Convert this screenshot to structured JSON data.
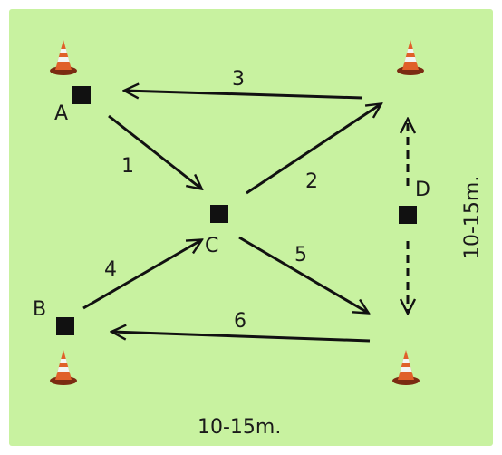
{
  "colors": {
    "field": "#c8f2a0",
    "border": "#ffffff",
    "arrow": "#111111",
    "marker": "#111111",
    "cone_orange": "#e0602a",
    "cone_stripe": "#f4f4f4",
    "cone_base": "#7a2b12"
  },
  "points": {
    "a": "A",
    "b": "B",
    "c": "C",
    "d": "D"
  },
  "steps": {
    "s1": "1",
    "s2": "2",
    "s3": "3",
    "s4": "4",
    "s5": "5",
    "s6": "6"
  },
  "dimensions": {
    "width": "10-15m.",
    "height": "10-15m."
  },
  "icons": {
    "cone": "traffic-cone-icon",
    "marker": "square-marker"
  }
}
